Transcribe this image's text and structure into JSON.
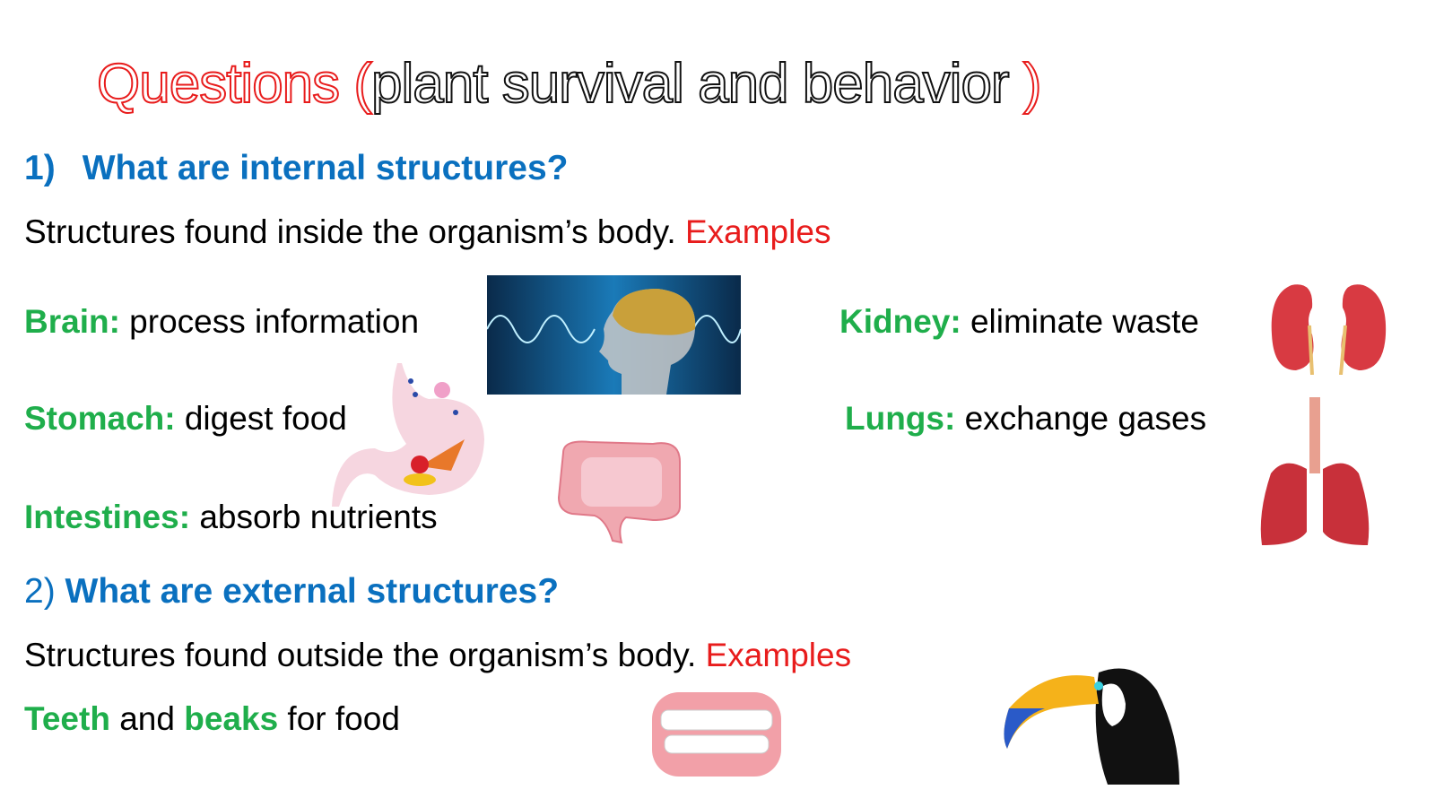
{
  "title": {
    "prefix": "Questions (",
    "main": "plant survival and behavior ",
    "suffix": ")"
  },
  "q1": {
    "number": "1)",
    "text": "What are internal structures?"
  },
  "q1_answer": {
    "text": "Structures found inside the organism’s body. ",
    "examples": "Examples"
  },
  "internal": [
    {
      "name": "Brain:",
      "desc": " process information"
    },
    {
      "name": "Stomach:",
      "desc": " digest food"
    },
    {
      "name": "Intestines:",
      "desc": " absorb nutrients"
    },
    {
      "name": "Kidney:",
      "desc": " eliminate waste"
    },
    {
      "name": "Lungs:",
      "desc": " exchange gases"
    }
  ],
  "q2": {
    "number": "2)",
    "text": "What are external structures?"
  },
  "q2_answer": {
    "text": "Structures found outside the organism’s body. ",
    "examples": "Examples"
  },
  "external": {
    "teeth": "Teeth",
    "and": " and ",
    "beaks": "beaks",
    "rest": " for food"
  },
  "colors": {
    "red": "#e81c1c",
    "blue": "#0a70bf",
    "green": "#1fae4b"
  }
}
